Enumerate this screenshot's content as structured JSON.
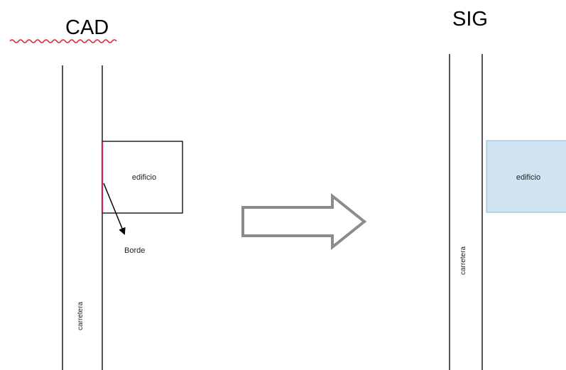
{
  "cad": {
    "title": "CAD",
    "building_label": "edificio",
    "edge_label": "Borde",
    "road_label": "carretera"
  },
  "sig": {
    "title": "SIG",
    "building_label": "edificio",
    "road_label": "carretera"
  },
  "colors": {
    "background": "#ffffff",
    "road_line": "#555555",
    "cad_building_stroke": "#000000",
    "cad_edge_highlight": "#c8185a",
    "sig_building_fill": "#cfe3f0",
    "sig_building_stroke": "#8eb7d4",
    "spellcheck_underline": "#e0262f",
    "arrow_stroke": "#8c8c8c"
  },
  "icons": {
    "transition_arrow": "right-hollow-arrow-icon",
    "edge_pointer": "pointer-arrow-icon"
  }
}
